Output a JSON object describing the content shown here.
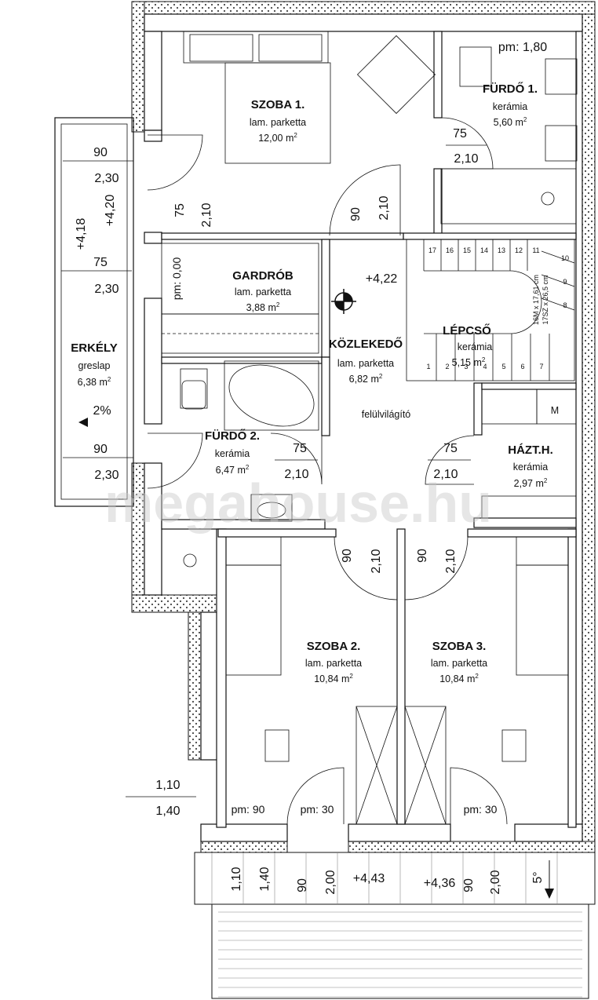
{
  "rooms": {
    "szoba1": {
      "name": "SZOBA 1.",
      "floor": "lam. parketta",
      "area": "12,00 m",
      "sup": "2"
    },
    "furdo1": {
      "name": "FÜRDŐ 1.",
      "floor": "kerámia",
      "area": "5,60 m",
      "sup": "2"
    },
    "gardrob": {
      "name": "GARDRÓB",
      "floor": "lam. parketta",
      "area": "3,88 m",
      "sup": "2"
    },
    "kozlekedo": {
      "name": "KÖZLEKEDŐ",
      "floor": "lam. parketta",
      "area": "6,82 m",
      "sup": "2"
    },
    "lepcso": {
      "name": "LÉPCSŐ",
      "floor": "kerámia",
      "area": "5,15 m",
      "sup": "2"
    },
    "erkely": {
      "name": "ERKÉLY",
      "floor": "greslap",
      "area": "6,38 m",
      "sup": "2"
    },
    "furdo2": {
      "name": "FÜRDŐ 2.",
      "floor": "kerámia",
      "area": "6,47 m",
      "sup": "2"
    },
    "hazt": {
      "name": "HÁZT.H.",
      "floor": "kerámia",
      "area": "2,97 m",
      "sup": "2"
    },
    "szoba2": {
      "name": "SZOBA 2.",
      "floor": "lam. parketta",
      "area": "10,84 m",
      "sup": "2"
    },
    "szoba3": {
      "name": "SZOBA 3.",
      "floor": "lam. parketta",
      "area": "10,84 m",
      "sup": "2"
    }
  },
  "labels": {
    "pm180": "pm: 1,80",
    "pm000": "pm: 0,00",
    "pm90": "pm: 90",
    "pm30a": "pm: 30",
    "pm30b": "pm: 30",
    "lev422": "+4,22",
    "lev418": "+4,18",
    "lev420": "+4,20",
    "lev443": "+4,43",
    "lev436": "+4,36",
    "skylight": "felülvilágító",
    "slope": "2%",
    "slope5": "5°",
    "meter": "M",
    "stair_spec1": "16M x 17,61 cm",
    "stair_spec2": "17SZ x 26,5 cm",
    "watermark": "megahouse.hu"
  },
  "dims": {
    "d1": "90",
    "d2": "2,30",
    "d3": "75",
    "d4": "2,30",
    "d5": "90",
    "d6": "2,30",
    "d7": "75",
    "d8": "2,10",
    "d9": "75",
    "d10": "2,10",
    "d11": "90",
    "d12": "2,10",
    "d13": "75",
    "d14": "2,10",
    "d15": "75",
    "d16": "2,10",
    "d17": "90",
    "d18": "2,10",
    "d19": "90",
    "d20": "2,10",
    "d21": "1,10",
    "d22": "1,40",
    "d23": "1,10",
    "d24": "1,40",
    "d25": "90",
    "d26": "2,00",
    "d27": "90",
    "d28": "2,00"
  },
  "stairs": [
    "17",
    "16",
    "15",
    "14",
    "13",
    "12",
    "11",
    "10",
    "9",
    "8",
    "7",
    "6",
    "5",
    "4",
    "3",
    "2",
    "1"
  ]
}
